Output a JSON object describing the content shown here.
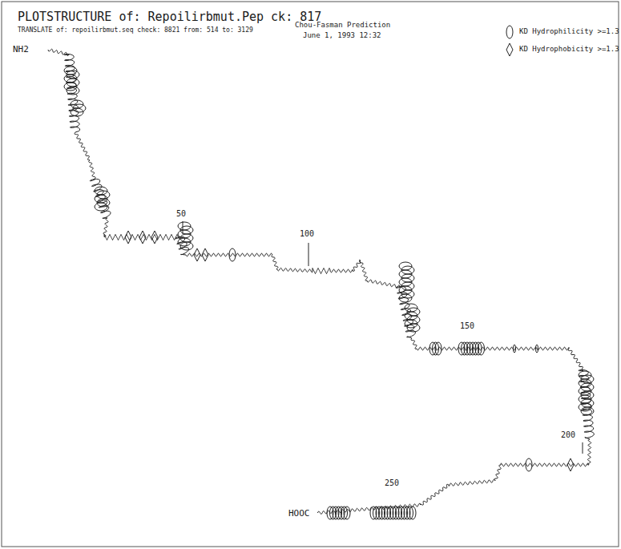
{
  "diagram": {
    "title": "PLOTSTRUCTURE of: Repoilirbmut.Pep ck: 817",
    "labels": [
      "TRANSLATE of: repoilirbmut.seq check: 8821 from: 514 to: 3129",
      "Chou-Fasman Prediction",
      "June 1, 1993 12:32",
      "NH2",
      "50",
      "100",
      "150",
      "200",
      "250",
      "HOOC"
    ],
    "legend": [
      {
        "text": "KD Hydrophilicity >=1.3"
      },
      {
        "text": "KD Hydrophobicity >=1.3"
      }
    ]
  }
}
